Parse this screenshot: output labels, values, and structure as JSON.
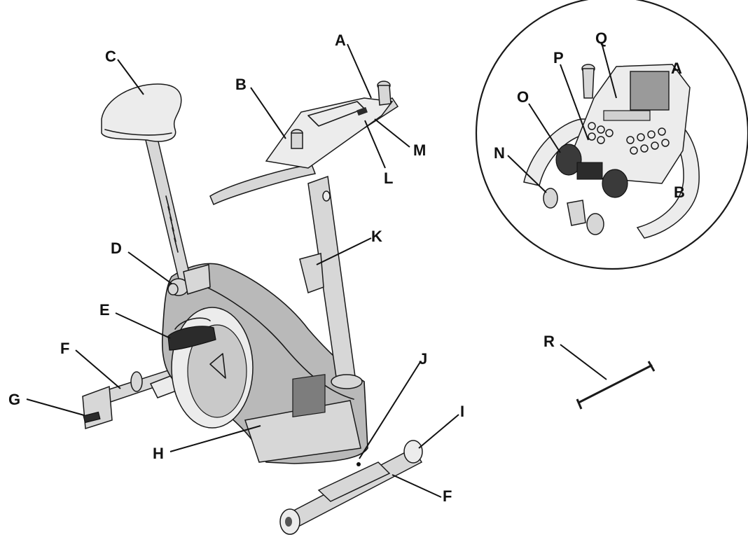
{
  "diagram": {
    "callouts": {
      "A_main": "A",
      "B_main": "B",
      "C": "C",
      "D": "D",
      "E": "E",
      "F_rear": "F",
      "G": "G",
      "H": "H",
      "I": "I",
      "J": "J",
      "K": "K",
      "L": "L",
      "M": "M",
      "F_front": "F",
      "R": "R"
    },
    "inset_callouts": {
      "Q": "Q",
      "A": "A",
      "P": "P",
      "O": "O",
      "N": "N",
      "B": "B"
    }
  }
}
